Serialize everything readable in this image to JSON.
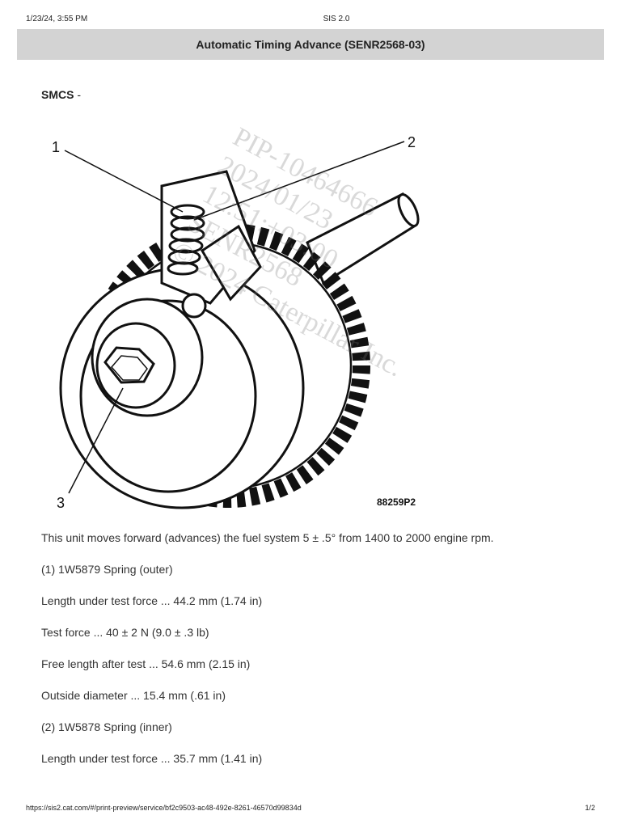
{
  "header": {
    "datetime": "1/23/24, 3:55 PM",
    "app_name": "SIS 2.0"
  },
  "document": {
    "title": "Automatic Timing Advance (SENR2568-03)",
    "smcs_label": "SMCS",
    "smcs_suffix": " -"
  },
  "figure": {
    "callouts": [
      "1",
      "2",
      "3"
    ],
    "illustration_id": "88259P2",
    "watermark_lines": [
      "PIP-10464666",
      "2024/01/23",
      "12:51:+03:00",
      "SENR2568",
      "© 2024 Caterpillar Inc."
    ]
  },
  "specs": [
    "This unit moves forward (advances) the fuel system 5 ± .5° from 1400 to 2000 engine rpm.",
    "(1) 1W5879 Spring (outer)",
    "Length under test force ... 44.2 mm (1.74 in)",
    "Test force ... 40 ± 2 N (9.0 ± .3 lb)",
    "Free length after test ... 54.6 mm (2.15 in)",
    "Outside diameter ... 15.4 mm (.61 in)",
    "(2) 1W5878 Spring (inner)",
    "Length under test force ... 35.7 mm (1.41 in)"
  ],
  "footer": {
    "url": "https://sis2.cat.com/#/print-preview/service/bf2c9503-ac48-492e-8261-46570d99834d",
    "page_number": "1/2"
  }
}
